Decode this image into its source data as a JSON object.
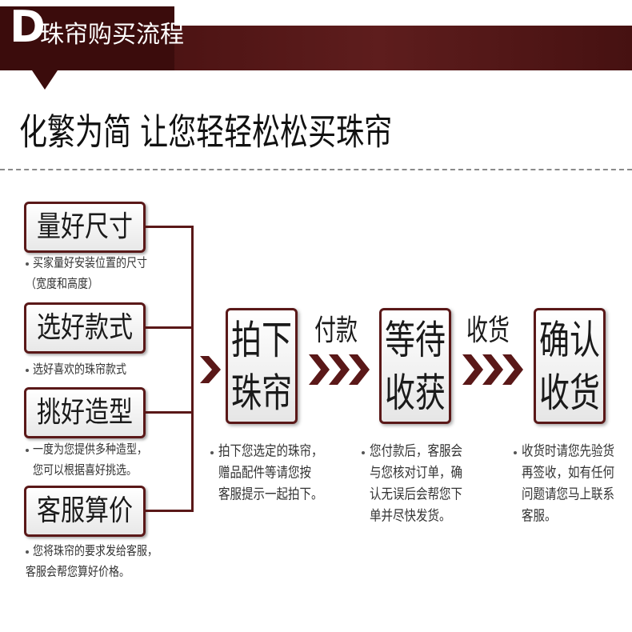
{
  "header": {
    "logo_letter": "D",
    "title": "珠帘购买流程"
  },
  "headline": "化繁为简 让您轻轻松松买珠帘",
  "prep_steps": [
    {
      "label": "量好尺寸",
      "notes": [
        "买家量好安装位置的尺寸",
        "（宽度和高度）"
      ]
    },
    {
      "label": "选好款式",
      "notes": [
        "选好喜欢的珠帘款式"
      ]
    },
    {
      "label": "挑好造型",
      "notes": [
        "一度为您提供多种造型，",
        "您可以根据喜好挑选。"
      ]
    },
    {
      "label": "客服算价",
      "notes": [
        "您将珠帘的要求发给客服，",
        "客服会帮您算好价格。"
      ]
    }
  ],
  "main_steps": [
    {
      "lines": [
        "拍下",
        "珠帘"
      ],
      "notes": [
        "拍下您选定的珠帘，",
        "赠品配件等请您按",
        "客服提示一起拍下。"
      ]
    },
    {
      "lines": [
        "等待",
        "收获"
      ],
      "notes": [
        "您付款后，客服会",
        "与您核对订单，确",
        "认无误后会帮您下",
        "单并尽快发货。"
      ]
    },
    {
      "lines": [
        "确认",
        "收货"
      ],
      "notes": [
        "收货时请您先验货",
        "再签收，如有任何",
        "问题请您马上联系",
        "客服。"
      ]
    }
  ],
  "transitions": [
    {
      "label": "付款"
    },
    {
      "label": "收货"
    }
  ],
  "colors": {
    "accent": "#5a1818",
    "header_bg": "#3b0c0c",
    "text": "#1a1a1a",
    "note_text": "#333333",
    "dash": "#8a8a8a"
  }
}
